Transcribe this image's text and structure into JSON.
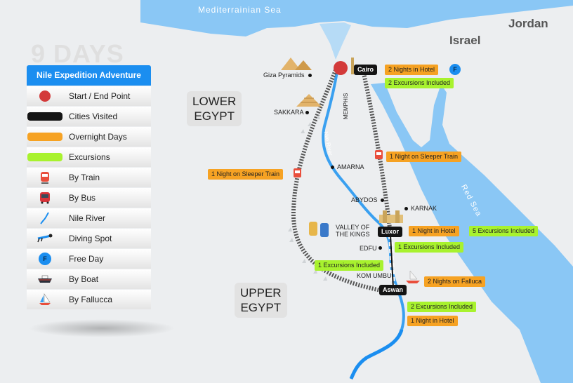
{
  "title": "9 DAYS",
  "legend": {
    "header": "Nile Expedition Adventure",
    "items": [
      {
        "label": "Start / End Point",
        "icon": "red-circle-icon"
      },
      {
        "label": "Cities Visited",
        "icon": "black-bar-icon"
      },
      {
        "label": "Overnight Days",
        "icon": "orange-bar-icon"
      },
      {
        "label": "Excursions",
        "icon": "green-bar-icon"
      },
      {
        "label": "By Train",
        "icon": "train-icon"
      },
      {
        "label": "By Bus",
        "icon": "bus-icon"
      },
      {
        "label": "Nile River",
        "icon": "river-icon"
      },
      {
        "label": "Diving Spot",
        "icon": "diver-icon"
      },
      {
        "label": "Free Day",
        "icon": "free-day-icon"
      },
      {
        "label": "By Boat",
        "icon": "boat-icon"
      },
      {
        "label": "By Fallucca",
        "icon": "sailboat-icon"
      }
    ],
    "free_letter": "F"
  },
  "map": {
    "sea_med": "Mediterrainian Sea",
    "sea_red": "Red Sea",
    "nile_label": "Nile River",
    "countries": {
      "israel": "Israel",
      "jordan": "Jordan"
    },
    "regions": {
      "lower": [
        "LOWER",
        "EGYPT"
      ],
      "upper": [
        "UPPER",
        "EGYPT"
      ]
    },
    "cities": {
      "cairo": "Cairo",
      "luxor": "Luxor",
      "aswan": "Aswan"
    },
    "places": {
      "giza": "Giza Pyramids",
      "sakkara": "SAKKARA",
      "memphis": "MEMPHIS",
      "amarna": "AMARNA",
      "abydos": "ABYDOS",
      "karnak": "KARNAK",
      "valley1": "VALLEY OF",
      "valley2": "THE KINGS",
      "edfu": "EDFU",
      "komumbu": "KOM UMBU"
    },
    "tags": {
      "cairo_nights": "2 Nights in Hotel",
      "cairo_exc": "2 Excursions Included",
      "sleeper_right": "1 Night on Sleeper Train",
      "sleeper_left": "1 Night on Sleeper Train",
      "luxor_night": "1 Night in Hotel",
      "luxor_exc5": "5 Excursions Included",
      "edfu_exc": "1 Excursions Included",
      "komumbu_exc": "1 Excursions Included",
      "aswan_falucca": "2 Nights on Falluca",
      "aswan_exc": "2 Excursions Included",
      "aswan_night": "1 Night in Hotel"
    },
    "free_letter": "F"
  },
  "colors": {
    "water": "#8ac7f5",
    "land": "#eceef0",
    "accent": "#1b8ef0",
    "orange": "#f6a223",
    "green": "#a8f22e",
    "red": "#d33a3a"
  }
}
